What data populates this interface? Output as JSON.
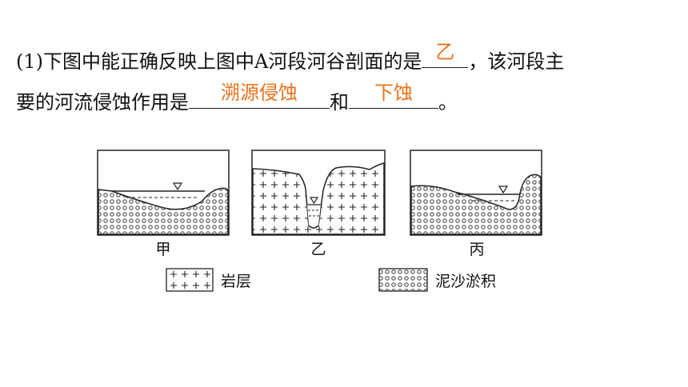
{
  "question": {
    "line1_text": "(1)下图中能正确反映上图中A河段河谷剖面的是",
    "line1_tail": "，该河段主",
    "line2_text": "要的河流侵蚀作用是",
    "line2_mid": "和",
    "line2_end": "。"
  },
  "answers": {
    "blank1": "乙",
    "blank2": "溯源侵蚀",
    "blank3": "下蚀"
  },
  "figure": {
    "panels": [
      "甲",
      "乙",
      "丙"
    ],
    "legend": [
      {
        "pattern": "rock",
        "label": "岩层"
      },
      {
        "pattern": "sediment",
        "label": "泥沙淤积"
      }
    ]
  },
  "colors": {
    "answer": "#e8731a",
    "line": "#222222"
  }
}
